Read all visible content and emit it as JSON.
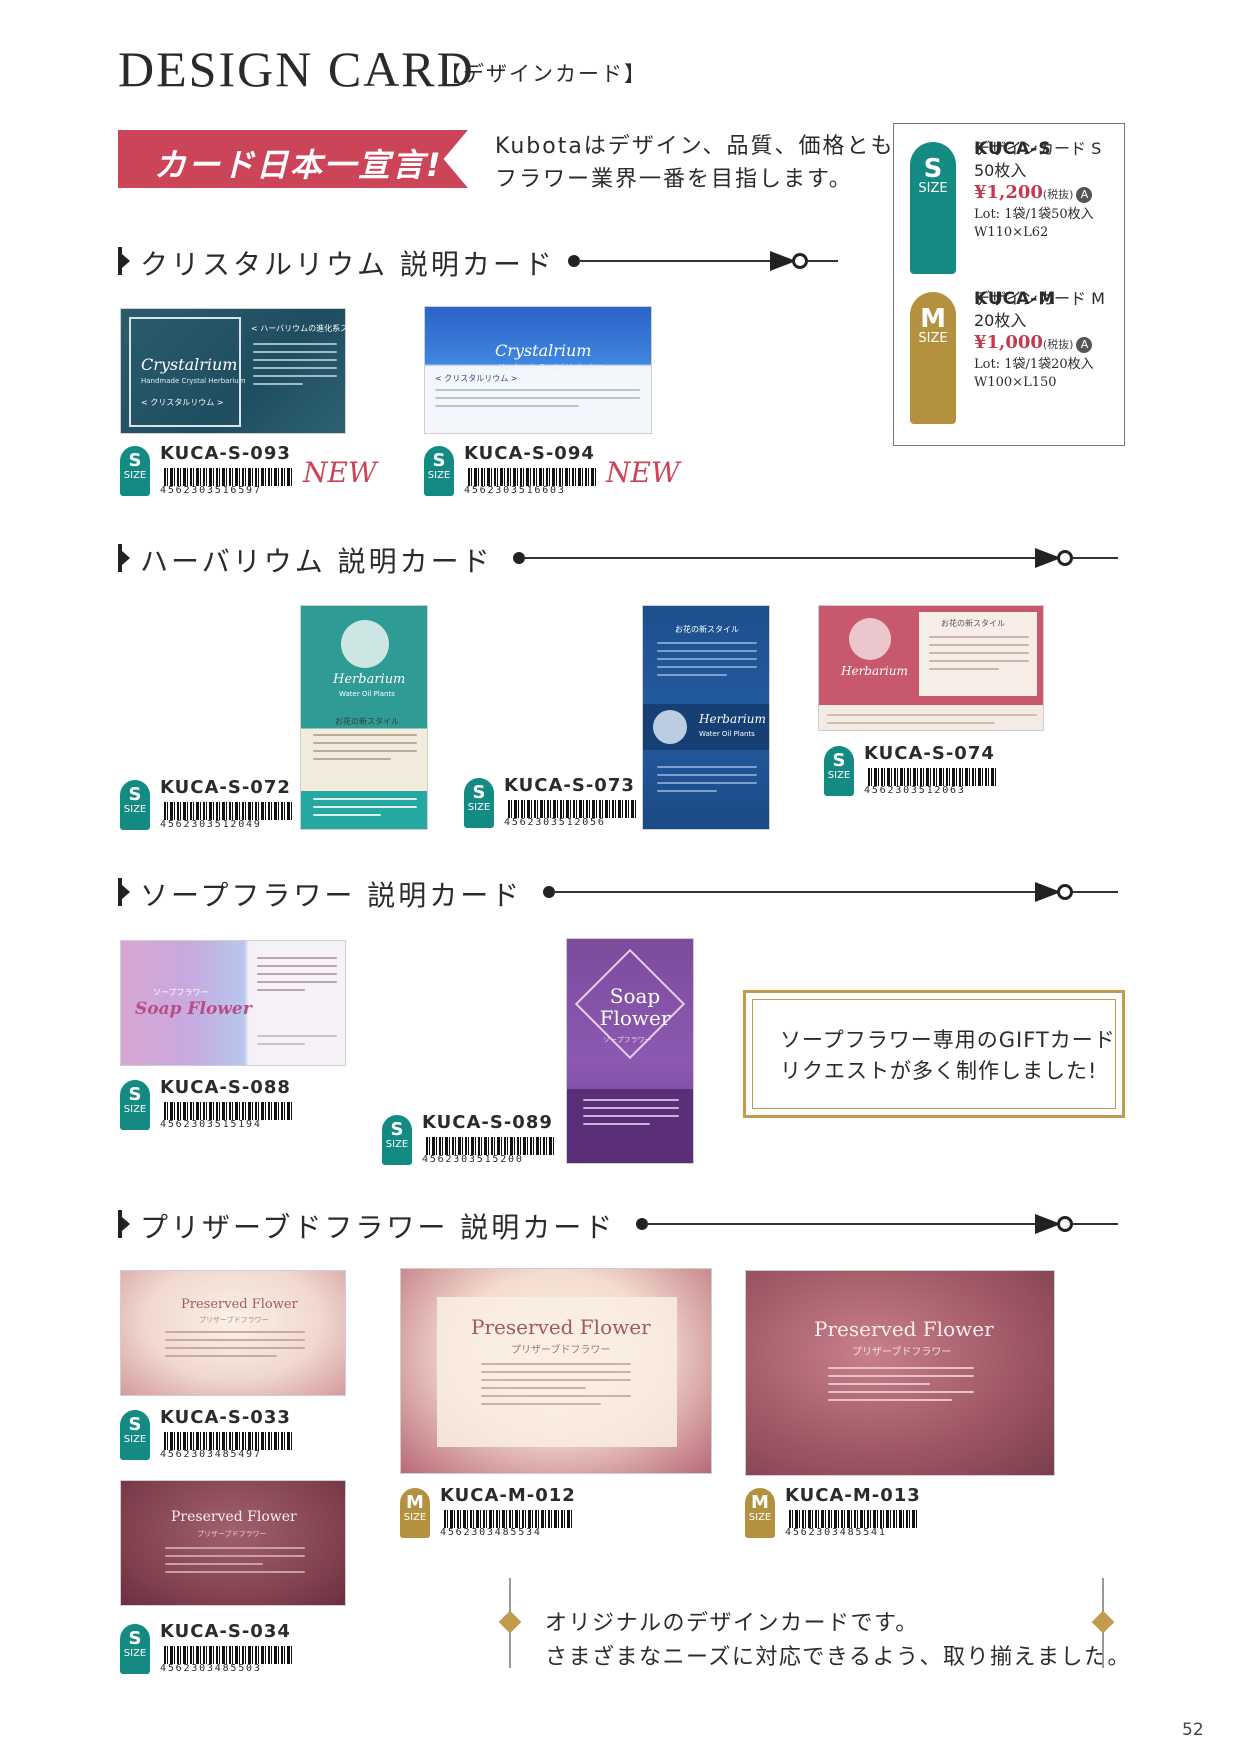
{
  "header": {
    "title_en": "DESIGN CARD",
    "title_jp": "【デザインカード】"
  },
  "ribbon": {
    "label": "カード日本一宣言!"
  },
  "slogan": {
    "line1": "Kubotaはデザイン、品質、価格とも",
    "line2": "フラワー業界一番を目指します。"
  },
  "price_box": {
    "s": {
      "size_letter": "S",
      "size_word": "SIZE",
      "code": "KUCA-S",
      "name": "デザインカード S",
      "qty": "50枚入",
      "price": "¥1,200",
      "tax": "(税抜)",
      "rank": "A",
      "lot": "Lot: 1袋/1袋50枚入",
      "dims": "W110×L62"
    },
    "m": {
      "size_letter": "M",
      "size_word": "SIZE",
      "code": "KUCA-M",
      "name": "デザインカード M",
      "qty": "20枚入",
      "price": "¥1,000",
      "tax": "(税抜)",
      "rank": "A",
      "lot": "Lot: 1袋/1袋20枚入",
      "dims": "W100×L150"
    }
  },
  "sections": {
    "crystal": "クリスタルリウム 説明カード",
    "herbarium": "ハーバリウム 説明カード",
    "soap": "ソープフラワー 説明カード",
    "preserved": "プリザーブドフラワー 説明カード"
  },
  "cards": {
    "s093": {
      "title": "Crystalrium",
      "sub": "Handmade Crystal Herbarium",
      "jp": "< クリスタルリウム >",
      "side": "< ハーバリウムの進化系スタイル >"
    },
    "s094": {
      "title": "Crystalrium",
      "sub": "Handmade Crystal Herbarium",
      "jp": "< クリスタルリウム >"
    },
    "s072": {
      "title": "Herbarium",
      "sub": "Water Oil Plants",
      "jp": "お花の新スタイル"
    },
    "s073": {
      "title": "Herbarium",
      "sub": "Water Oil Plants",
      "jp": "お花の新スタイル"
    },
    "s074": {
      "title": "Herbarium",
      "jp": "お花の新スタイル"
    },
    "s088": {
      "title": "Soap Flower",
      "jp": "ソープフラワー"
    },
    "s089": {
      "title": "Soap Flower",
      "jp": "ソープフラワー"
    },
    "s033": {
      "title": "Preserved Flower",
      "jp": "プリザーブドフラワー"
    },
    "m012": {
      "title": "Preserved Flower",
      "jp": "プリザーブドフラワー"
    },
    "m013": {
      "title": "Preserved Flower",
      "jp": "プリザーブドフラワー"
    },
    "s034": {
      "title": "Preserved Flower",
      "jp": "プリザーブドフラワー"
    }
  },
  "products": [
    {
      "key": "p093",
      "size": "S",
      "code": "KUCA-S-093",
      "ean": "4562303516597",
      "new": "NEW"
    },
    {
      "key": "p094",
      "size": "S",
      "code": "KUCA-S-094",
      "ean": "4562303516603",
      "new": "NEW"
    },
    {
      "key": "p072",
      "size": "S",
      "code": "KUCA-S-072",
      "ean": "4562303512049"
    },
    {
      "key": "p073",
      "size": "S",
      "code": "KUCA-S-073",
      "ean": "4562303512056"
    },
    {
      "key": "p074",
      "size": "S",
      "code": "KUCA-S-074",
      "ean": "4562303512063"
    },
    {
      "key": "p088",
      "size": "S",
      "code": "KUCA-S-088",
      "ean": "4562303515194"
    },
    {
      "key": "p089",
      "size": "S",
      "code": "KUCA-S-089",
      "ean": "4562303515200"
    },
    {
      "key": "p033",
      "size": "S",
      "code": "KUCA-S-033",
      "ean": "4562303485497"
    },
    {
      "key": "pm012",
      "size": "M",
      "code": "KUCA-M-012",
      "ean": "4562303485534"
    },
    {
      "key": "pm013",
      "size": "M",
      "code": "KUCA-M-013",
      "ean": "4562303485541"
    },
    {
      "key": "p034",
      "size": "S",
      "code": "KUCA-S-034",
      "ean": "4562303485503"
    }
  ],
  "size_word": "SIZE",
  "soap_note": {
    "line1": "ソープフラワー専用のGIFTカード",
    "line2": "リクエストが多く制作しました!"
  },
  "bottom_note": {
    "line1": "オリジナルのデザインカードです。",
    "line2": "さまざまなニーズに対応できるよう、取り揃えました。"
  },
  "page_number": "52",
  "colors": {
    "teal": "#138a82",
    "gold": "#b3913e",
    "ribbon": "#cc4458",
    "frame": "#c39b4c"
  }
}
